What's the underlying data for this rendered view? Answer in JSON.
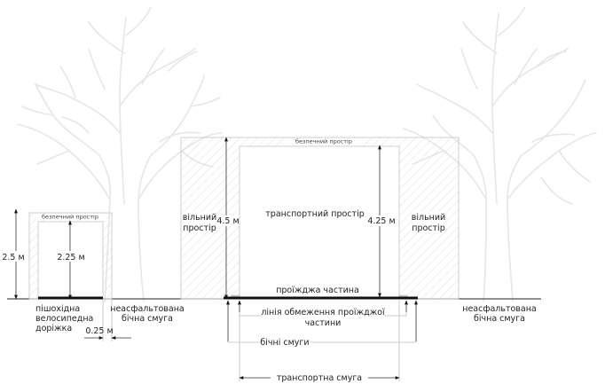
{
  "labels": {
    "left_safe_space": "безпечний простір",
    "left_height_outer": "2.5 м",
    "left_height_inner": "2.25 м",
    "path_line1": "пішохідна",
    "path_line2": "велосипедна",
    "path_line3": "доріжка",
    "side_offset": "0.25 м",
    "unpaved_left_line1": "неасфальтована",
    "unpaved_left_line2": "бічна смуга",
    "main_safe_space": "безпечний простір",
    "free_space_left_line1": "вільний",
    "free_space_left_line2": "простір",
    "main_height_outer": "4.5 м",
    "transport_space": "транспортний простір",
    "main_height_inner": "4.25 м",
    "free_space_right_line1": "вільний",
    "free_space_right_line2": "простір",
    "carriageway": "проїжджа частина",
    "edge_line_line1": "лінія обмеження проїжджої",
    "edge_line_line2": "частини",
    "side_strips": "бічні смуги",
    "traffic_lane": "транспортна смуга",
    "unpaved_right_line1": "неасфальтована",
    "unpaved_right_line2": "бічна смуга"
  },
  "colors": {
    "background": "#ffffff",
    "tree": "#e6e6e6",
    "frame": "#c4c4c4",
    "hatch": "#d6d6d6",
    "pavement": "#111111",
    "text": "#222222"
  }
}
